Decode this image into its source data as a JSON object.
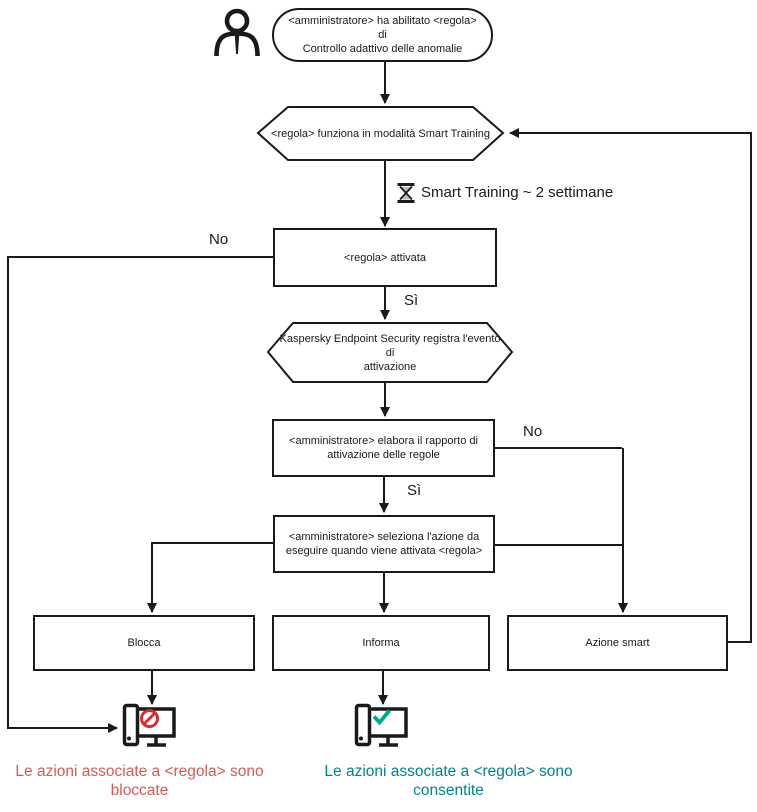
{
  "nodes": {
    "start": {
      "line1": "<amministratore> ha abilitato <regola> di",
      "line2": "Controllo adattivo delle anomalie"
    },
    "smart_training": {
      "label": "<regola> funziona in modalità Smart Training"
    },
    "timer": {
      "label": "Smart Training ~ 2 settimane"
    },
    "attivata": {
      "label": "<regola> attivata"
    },
    "registra": {
      "line1": "Kaspersky Endpoint Security registra l'evento di",
      "line2": "attivazione"
    },
    "rapporto": {
      "line1": "<amministratore> elabora il rapporto di",
      "line2": "attivazione delle regole"
    },
    "seleziona": {
      "line1": "<amministratore> seleziona l'azione da",
      "line2": "eseguire quando viene attivata <regola>"
    },
    "blocca": {
      "label": "Blocca"
    },
    "informa": {
      "label": "Informa"
    },
    "azione_smart": {
      "label": "Azione smart"
    }
  },
  "edge_labels": {
    "no_attivata": "No",
    "si_attivata": "Sì",
    "no_rapporto": "No",
    "si_rapporto": "Sì"
  },
  "outcomes": {
    "blocked": {
      "line1": "Le azioni associate a <regola> sono",
      "line2": "bloccate"
    },
    "allowed": {
      "line1": "Le azioni associate a <regola> sono",
      "line2": "consentite"
    }
  },
  "icons": {
    "person": "administrator-person-icon",
    "hourglass": "hourglass-icon",
    "blocked_computer": "computer-blocked-icon",
    "allowed_computer": "computer-allowed-icon"
  },
  "colors": {
    "line": "#1a1a1a",
    "prohibition_red": "#d32f2f",
    "check_green": "#00a88e",
    "blocked_text": "#d35b52",
    "allowed_text": "#00838c"
  }
}
